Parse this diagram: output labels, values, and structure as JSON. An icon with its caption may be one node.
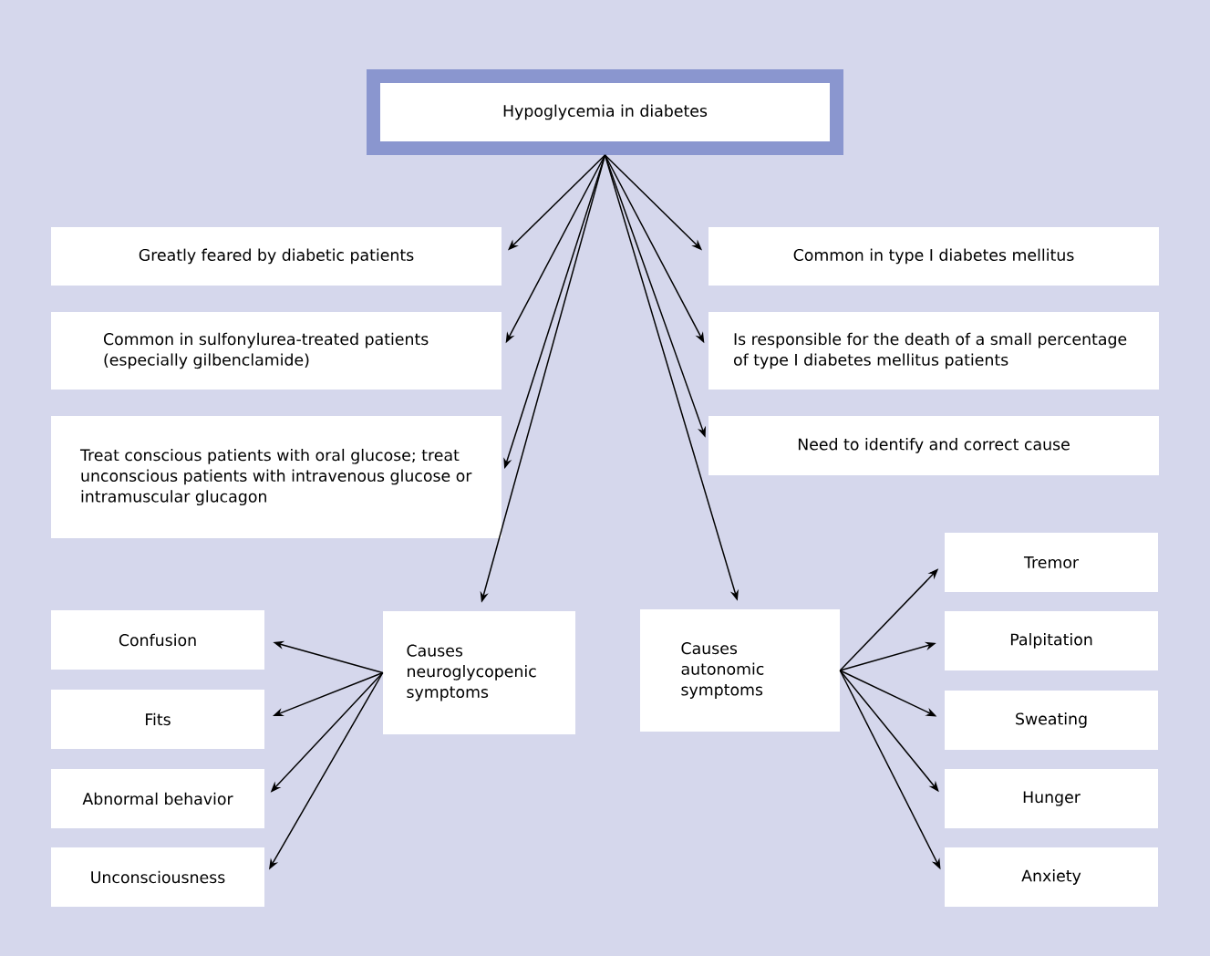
{
  "diagram": {
    "nodes": [
      {
        "text": [
          "Hypoglycemia in diabetes"
        ]
      },
      {
        "text": [
          "Greatly feared by diabetic patients"
        ]
      },
      {
        "text": [
          "Common in sulfonylurea-treated patients (especially gilbenclamide)"
        ]
      },
      {
        "text": [
          "Treat conscious patients with oral glucose; treat unconscious patients with intravenous glucose or intramuscular glucagon"
        ]
      },
      {
        "text": [
          "Common in type I diabetes mellitus"
        ]
      },
      {
        "text": [
          "Is responsible for the death of a small percentage of type I diabetes mellitus patients"
        ]
      },
      {
        "text": [
          "Need to identify and correct cause"
        ]
      },
      {
        "text": [
          "Causes neuroglycopenic symptoms"
        ]
      },
      {
        "text": [
          "Causes autonomic symptoms"
        ]
      },
      {
        "text": [
          "Confusion"
        ]
      },
      {
        "text": [
          "Fits"
        ]
      },
      {
        "text": [
          "Abnormal behavior"
        ]
      },
      {
        "text": [
          "Unconsciousness"
        ]
      },
      {
        "text": [
          "Tremor"
        ]
      },
      {
        "text": [
          "Palpitation"
        ]
      },
      {
        "text": [
          "Sweating"
        ]
      },
      {
        "text": [
          "Hunger"
        ]
      },
      {
        "text": [
          "Anxiety"
        ]
      }
    ],
    "edges": [
      {
        "from": 0,
        "to": 1,
        "arrow": "to"
      },
      {
        "from": 0,
        "to": 2,
        "arrow": "to"
      },
      {
        "from": 0,
        "to": 3,
        "arrow": "to"
      },
      {
        "from": 0,
        "to": 7,
        "arrow": "to"
      },
      {
        "from": 0,
        "to": 8,
        "arrow": "to"
      },
      {
        "from": 0,
        "to": 4,
        "arrow": "to"
      },
      {
        "from": 0,
        "to": 5,
        "arrow": "to"
      },
      {
        "from": 0,
        "to": 6,
        "arrow": "to"
      },
      {
        "from": 7,
        "to": 9,
        "arrow": "to"
      },
      {
        "from": 7,
        "to": 10,
        "arrow": "to"
      },
      {
        "from": 7,
        "to": 11,
        "arrow": "to"
      },
      {
        "from": 7,
        "to": 12,
        "arrow": "to"
      },
      {
        "from": 8,
        "to": 13,
        "arrow": "to"
      },
      {
        "from": 8,
        "to": 14,
        "arrow": "to"
      },
      {
        "from": 8,
        "to": 15,
        "arrow": "to"
      },
      {
        "from": 8,
        "to": 16,
        "arrow": "to"
      },
      {
        "from": 8,
        "to": 17,
        "arrow": "to"
      }
    ]
  }
}
